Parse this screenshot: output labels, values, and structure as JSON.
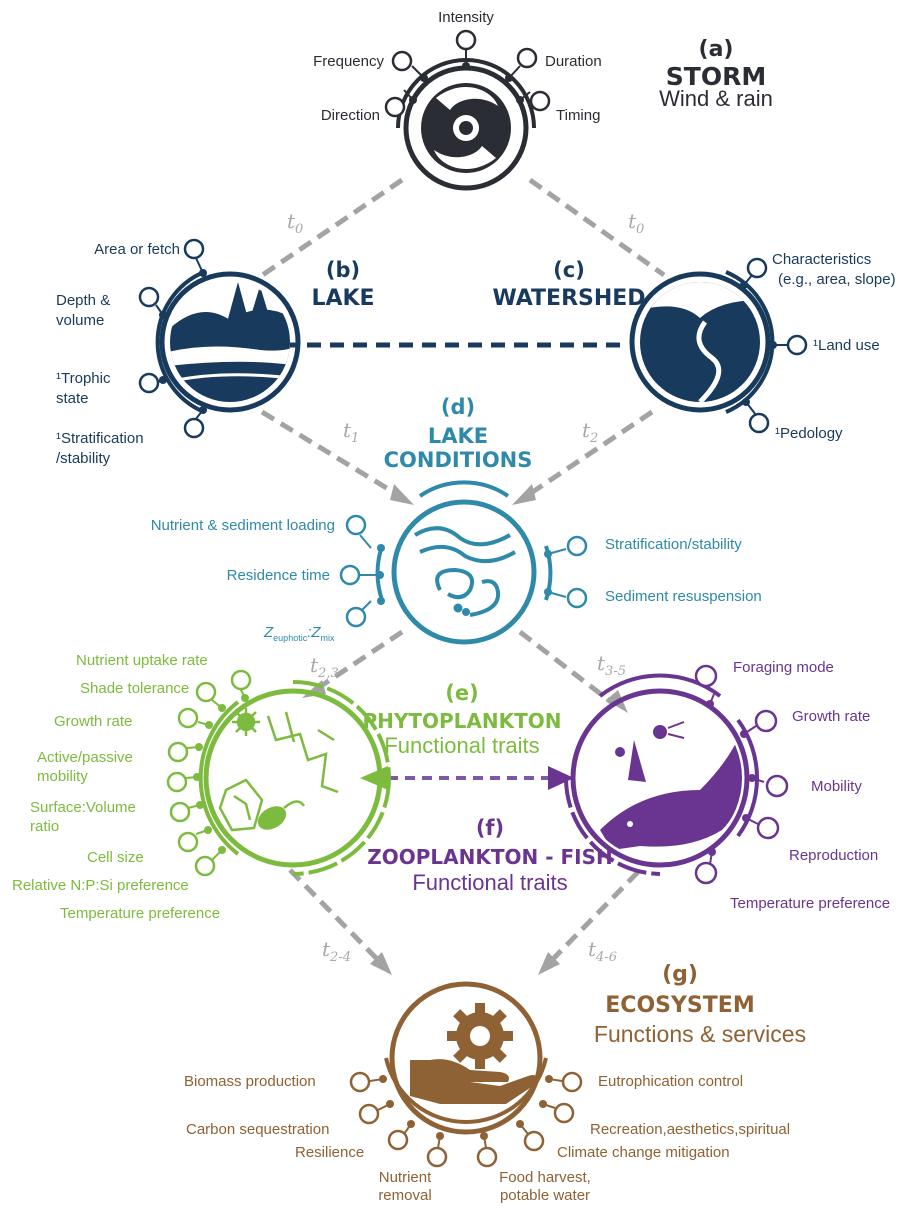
{
  "colors": {
    "storm": "#2a2d33",
    "lake": "#183a5c",
    "conditions": "#2f89a9",
    "phyto": "#7dbb3e",
    "zoo": "#6a3590",
    "eco": "#8f6235",
    "arrow": "#a3a3a3"
  },
  "storm": {
    "letter": "(a)",
    "title": "STORM",
    "subtitle": "Wind & rain",
    "icon": "hurricane-icon",
    "factors": [
      "Direction",
      "Frequency",
      "Intensity",
      "Duration",
      "Timing"
    ]
  },
  "lake": {
    "letter": "(b)",
    "title": "LAKE",
    "icon": "lake-landscape-icon",
    "factors": [
      "Area or fetch",
      "Depth &",
      "volume",
      "¹Trophic",
      "state",
      "¹Stratification",
      "/stability"
    ]
  },
  "watershed": {
    "letter": "(c)",
    "title": "WATERSHED",
    "icon": "river-valley-icon",
    "factors": [
      "Characteristics",
      "(e.g., area, slope)",
      "¹Land use",
      "¹Pedology"
    ]
  },
  "conditions": {
    "letter": "(d)",
    "title_line1": "LAKE",
    "title_line2": "CONDITIONS",
    "icon": "waves-swirl-icon",
    "factors": [
      "Nutrient & sediment loading",
      "Residence time",
      "Stratification/stability",
      "Sediment resuspension"
    ],
    "z_label_main": "Z",
    "z_sub1": "euphotic",
    "z_colon": ":Z",
    "z_sub2": "mix"
  },
  "phyto": {
    "letter": "(e)",
    "title": "PHYTOPLANKTON",
    "subtitle": "Functional traits",
    "icon": "phytoplankton-cells-icon",
    "factors": [
      "Nutrient uptake rate",
      "Shade tolerance",
      "Growth rate",
      "Active/passive",
      "mobility",
      "Surface:Volume",
      "ratio",
      "Cell size",
      "Relative N:P:Si preference",
      "Temperature preference"
    ]
  },
  "zoo": {
    "letter": "(f)",
    "title": "ZOOPLANKTON - FISH",
    "subtitle": "Functional traits",
    "icon": "fish-zooplankton-icon",
    "factors": [
      "Foraging mode",
      "Growth rate",
      "Mobility",
      "Reproduction",
      "Temperature preference"
    ]
  },
  "eco": {
    "letter": "(g)",
    "title": "ECOSYSTEM",
    "subtitle": "Functions & services",
    "icon": "gear-hand-icon",
    "factors": [
      "Biomass production",
      "Carbon sequestration",
      "Resilience",
      "Nutrient",
      "removal",
      "Food harvest,",
      "potable water",
      "Climate change mitigation",
      "Recreation,aesthetics,spiritual",
      "Eutrophication control"
    ]
  },
  "time_labels": {
    "t": "t",
    "t0": "0",
    "t1": "1",
    "t2": "2",
    "t23": "2,3",
    "t35": "3-5",
    "t24": "2-4",
    "t46": "4-6"
  }
}
